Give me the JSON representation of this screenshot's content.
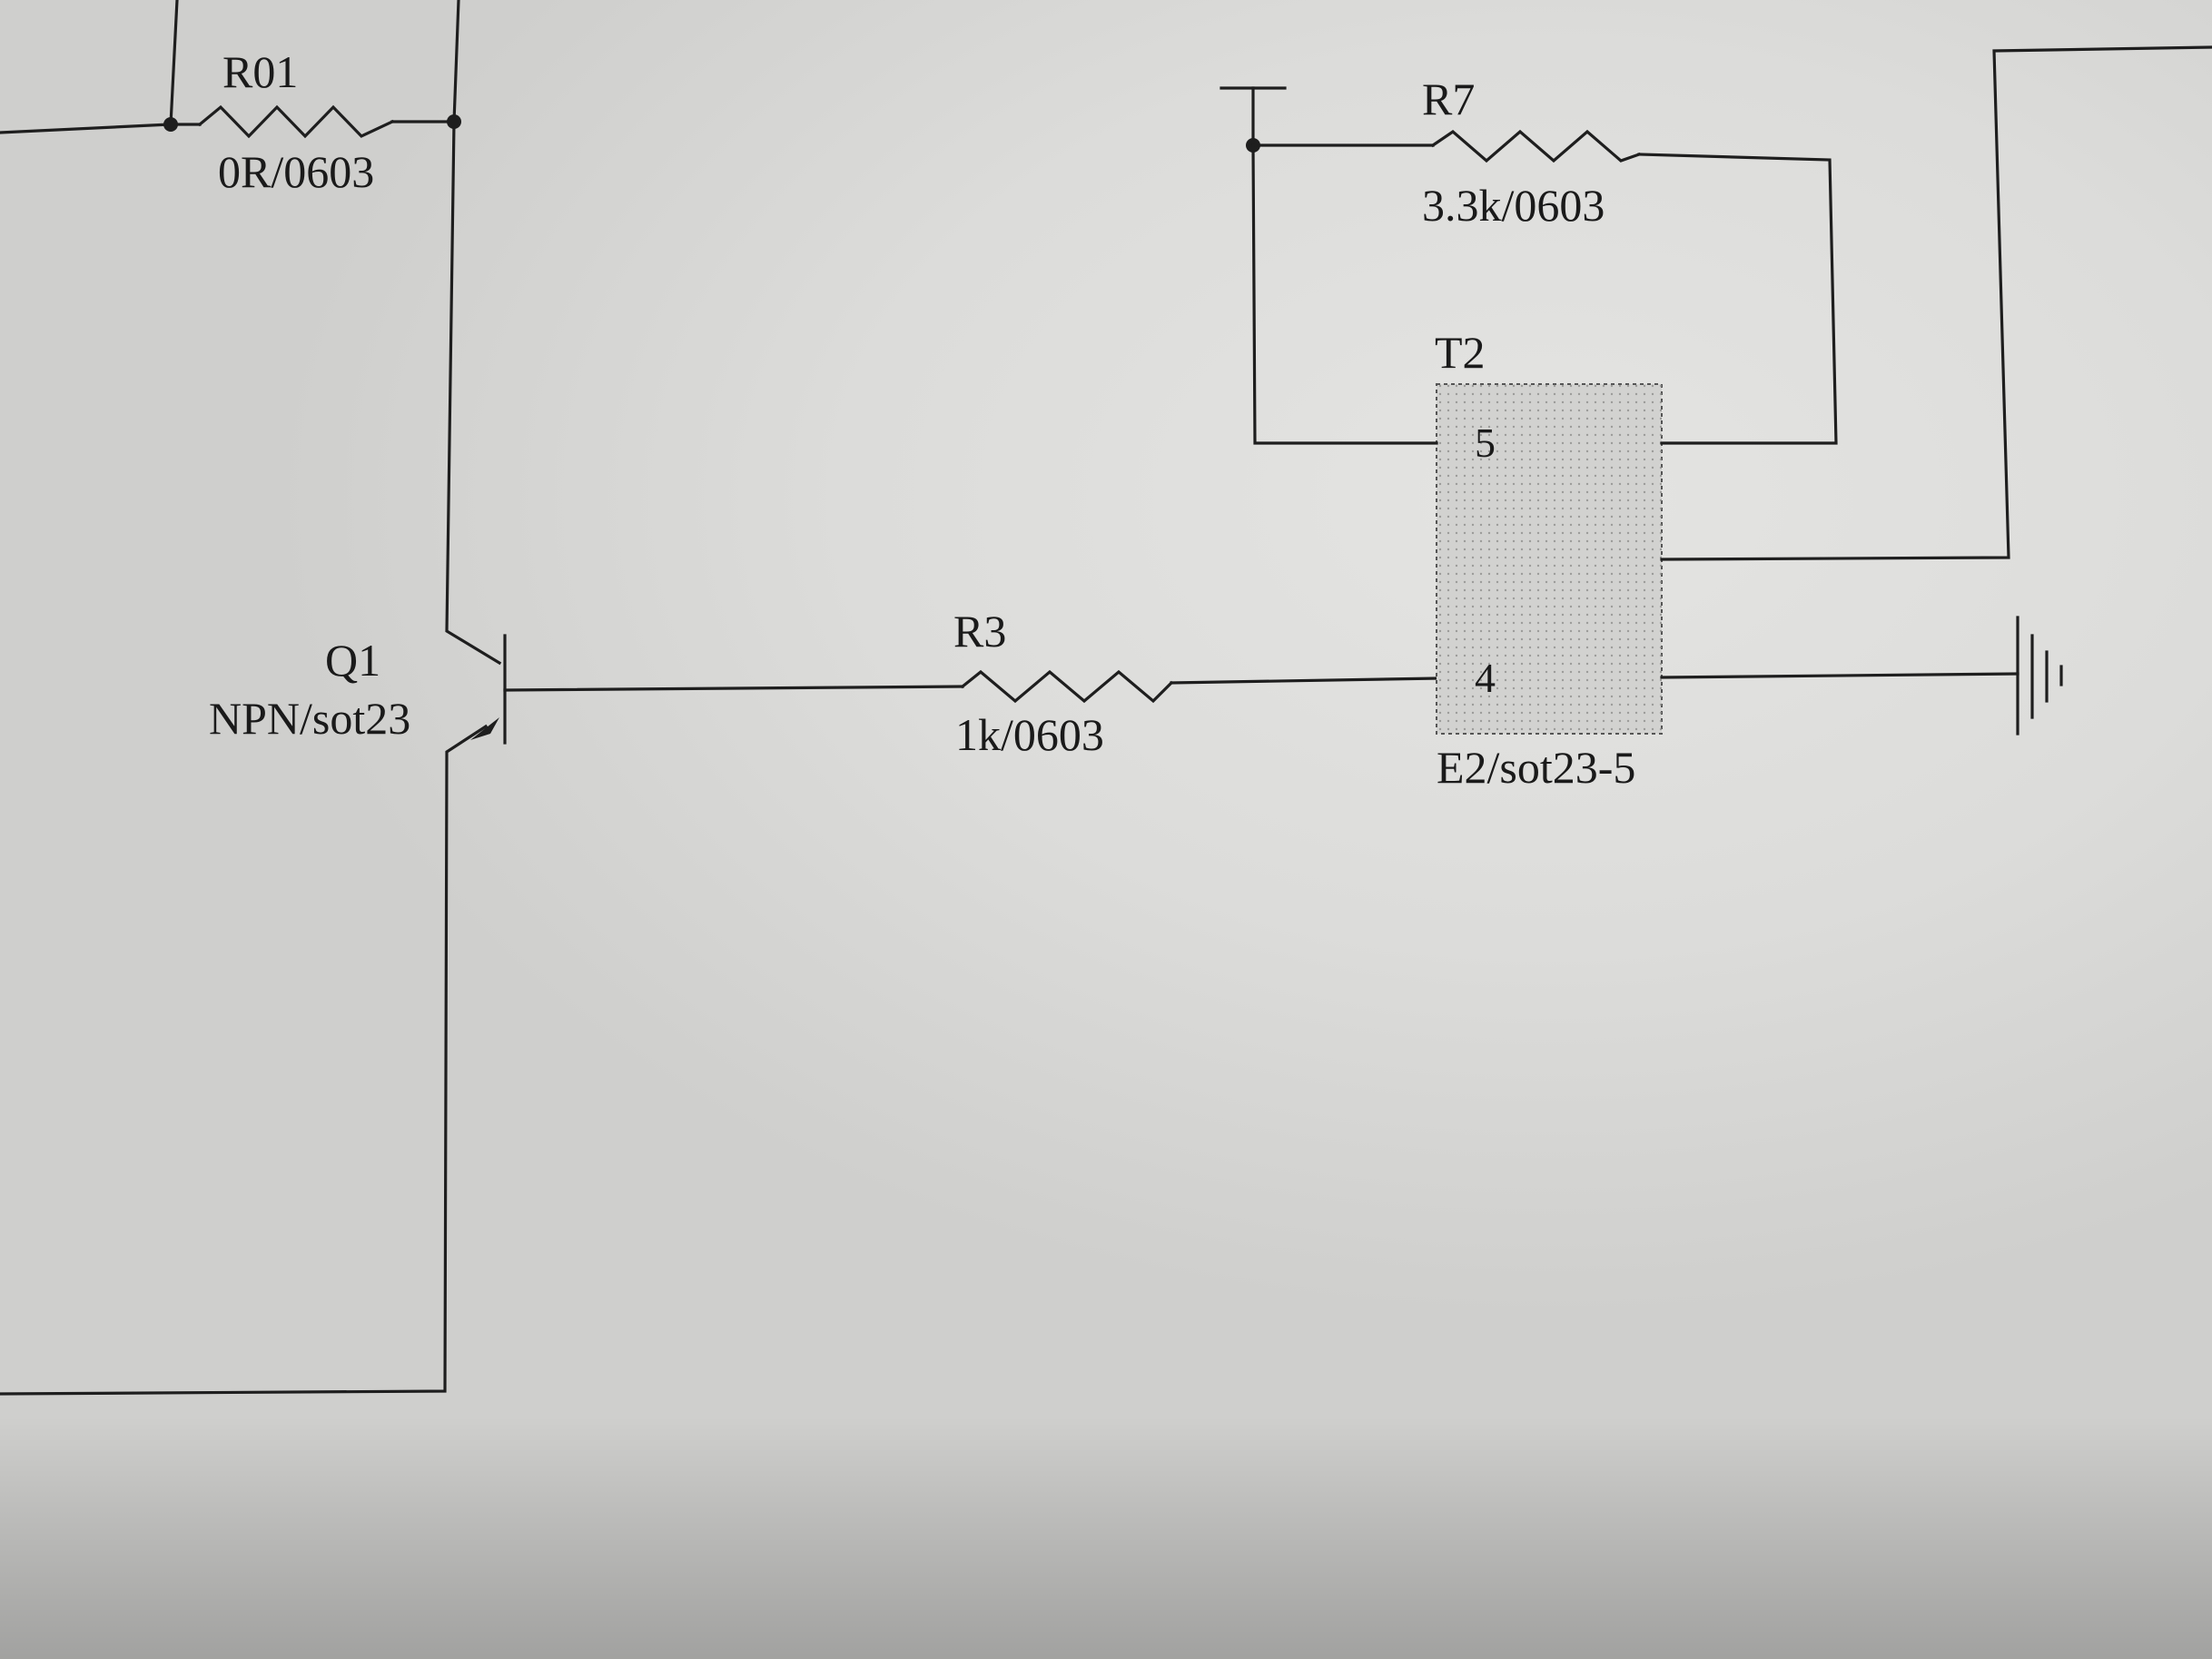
{
  "components": {
    "r01": {
      "ref": "R01",
      "value": "0R/0603"
    },
    "r7": {
      "ref": "R7",
      "value": "3.3k/0603"
    },
    "r3": {
      "ref": "R3",
      "value": "1k/0603"
    },
    "q1": {
      "ref": "Q1",
      "value": "NPN/sot23"
    },
    "t2": {
      "ref": "T2",
      "value": "E2/sot23-5",
      "pins": {
        "top": "5",
        "bottom": "4"
      }
    }
  },
  "icons": [
    "resistor-icon",
    "npn-transistor-icon",
    "ground-icon",
    "power-flag-icon",
    "junction-dot-icon",
    "ic-body-icon"
  ],
  "colors": {
    "ink": "#1e1e1e",
    "paper": "#e0e0de",
    "ic_fill": "#d2d2d0"
  }
}
